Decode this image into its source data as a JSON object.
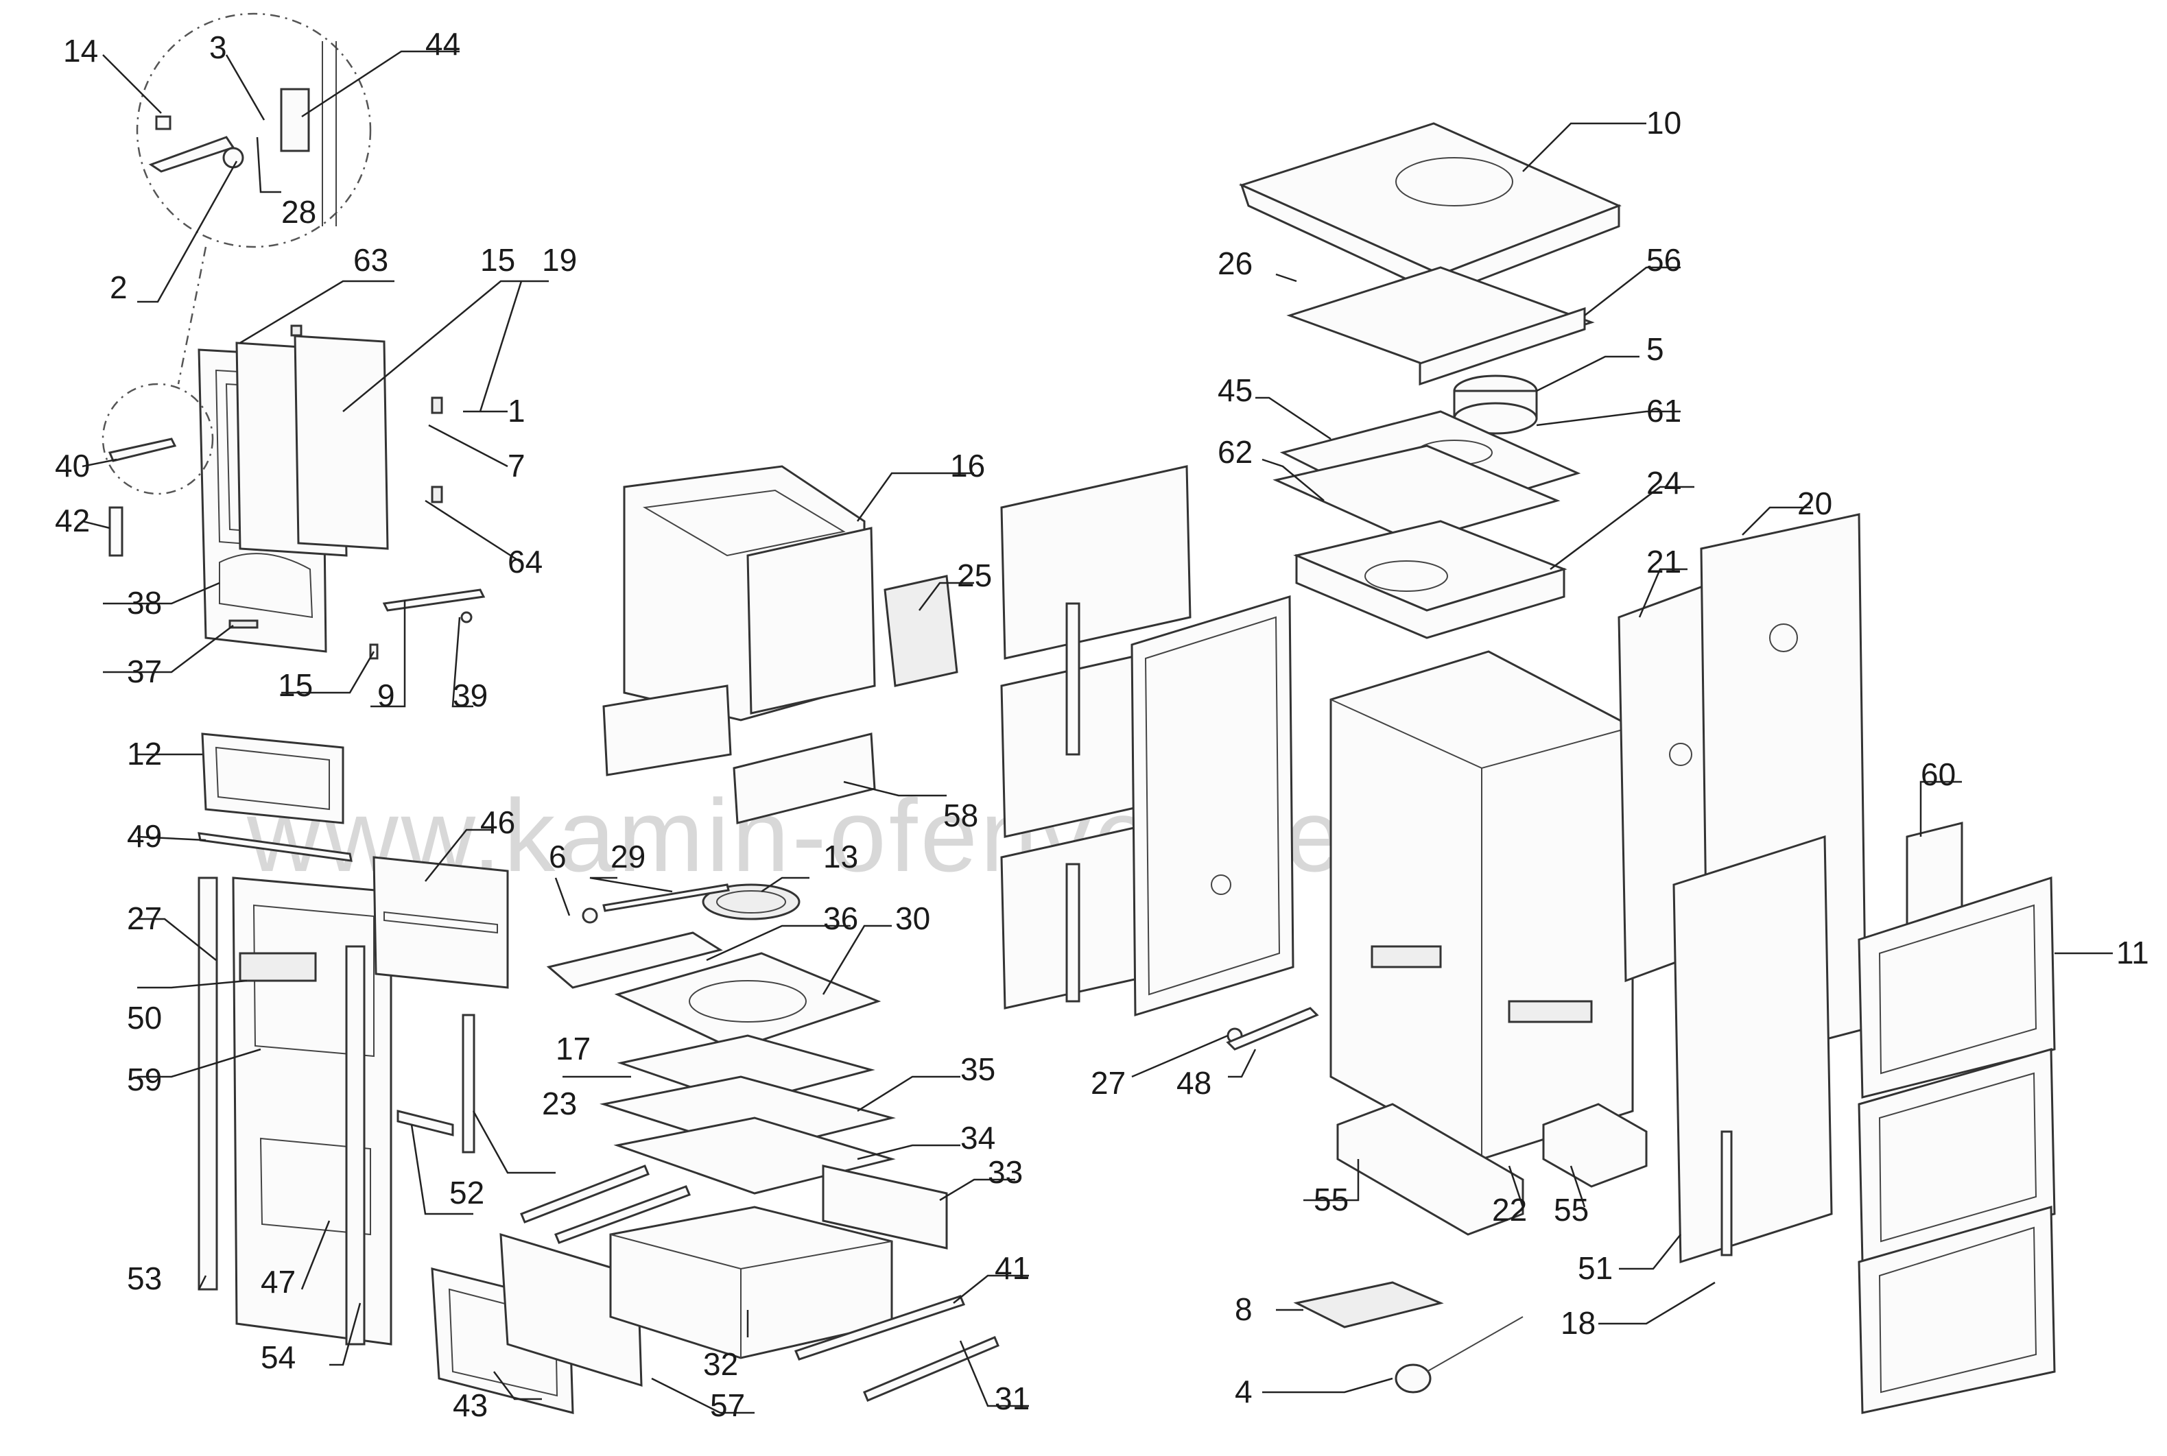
{
  "watermark": "www.kamin-ofenvertrieb.de",
  "callouts": [
    "14",
    "3",
    "44",
    "28",
    "2",
    "63",
    "15",
    "19",
    "1",
    "7",
    "40",
    "42",
    "64",
    "38",
    "37",
    "15",
    "9",
    "39",
    "12",
    "49",
    "46",
    "6",
    "29",
    "13",
    "27",
    "50",
    "36",
    "30",
    "59",
    "17",
    "35",
    "23",
    "52",
    "34",
    "33",
    "53",
    "47",
    "54",
    "41",
    "32",
    "31",
    "43",
    "57",
    "16",
    "25",
    "58",
    "10",
    "26",
    "56",
    "5",
    "45",
    "61",
    "62",
    "24",
    "20",
    "21",
    "60",
    "11",
    "27",
    "48",
    "55",
    "22",
    "55",
    "51",
    "18",
    "8",
    "4"
  ]
}
